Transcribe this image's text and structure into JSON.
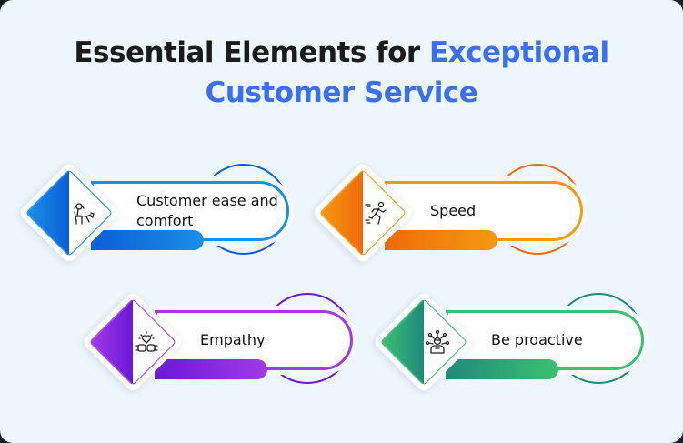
{
  "title": {
    "part1": "Essential Elements for ",
    "part2": "Exceptional",
    "line2": "Customer Service"
  },
  "cards": [
    {
      "label": "Customer ease and comfort",
      "icon": "relaxing-person-icon",
      "color": "#0a5fd8",
      "color2": "#1a8fe6"
    },
    {
      "label": "Speed",
      "icon": "running-person-icon",
      "color": "#f06a0a",
      "color2": "#f59a10"
    },
    {
      "label": "Empathy",
      "icon": "heart-handshake-icon",
      "color": "#6a18d8",
      "color2": "#a23ae8"
    },
    {
      "label": "Be proactive",
      "icon": "person-network-icon",
      "color": "#1f8a7a",
      "color2": "#3cc072"
    }
  ],
  "colors": {
    "background": "#eef6fd",
    "title_dark": "#1b1b1b",
    "title_accent": "#3a6ff0"
  }
}
